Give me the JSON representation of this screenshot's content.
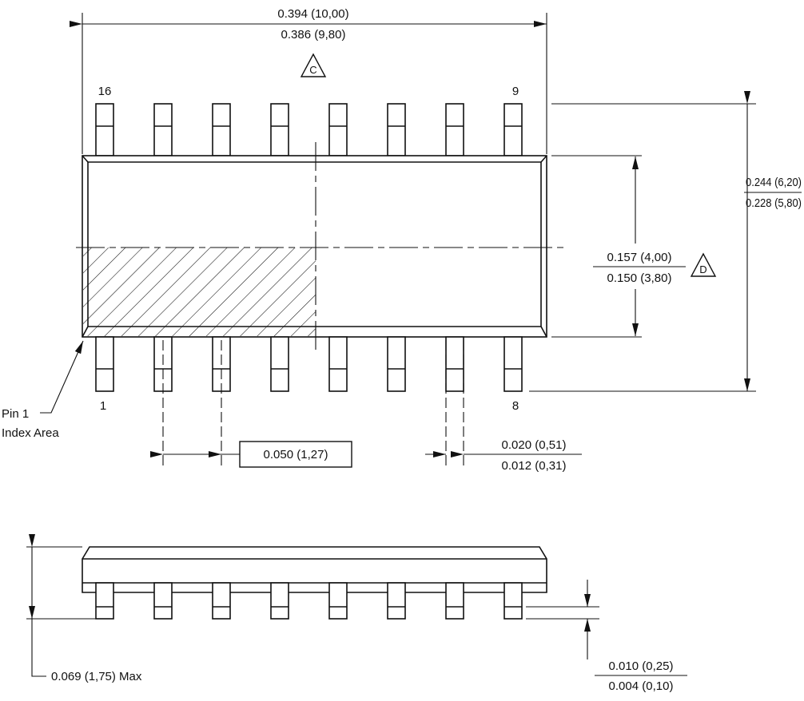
{
  "colors": {
    "line": "#111111",
    "background": "#ffffff"
  },
  "top_view": {
    "length_dim": {
      "line1": "0.394 (10,00)",
      "line2": "0.386 (9,80)"
    },
    "datum_c": "C",
    "datum_d": "D",
    "pins": {
      "top_left": "16",
      "top_right": "9",
      "bottom_left": "1",
      "bottom_right": "8"
    },
    "span_dim": {
      "line1": "0.244 (6,20)",
      "line2": "0.228 (5,80)"
    },
    "body_width_dim": {
      "line1": "0.157 (4,00)",
      "line2": "0.150 (3,80)"
    },
    "index_area": {
      "line1": "Pin 1",
      "line2": "Index Area"
    },
    "pitch_dim": "0.050 (1,27)",
    "lead_width_dim": {
      "line1": "0.020 (0,51)",
      "line2": "0.012 (0,31)"
    }
  },
  "side_view": {
    "height_dim": "0.069 (1,75) Max",
    "standoff_dim": {
      "line1": "0.010 (0,25)",
      "line2": "0.004 (0,10)"
    }
  }
}
